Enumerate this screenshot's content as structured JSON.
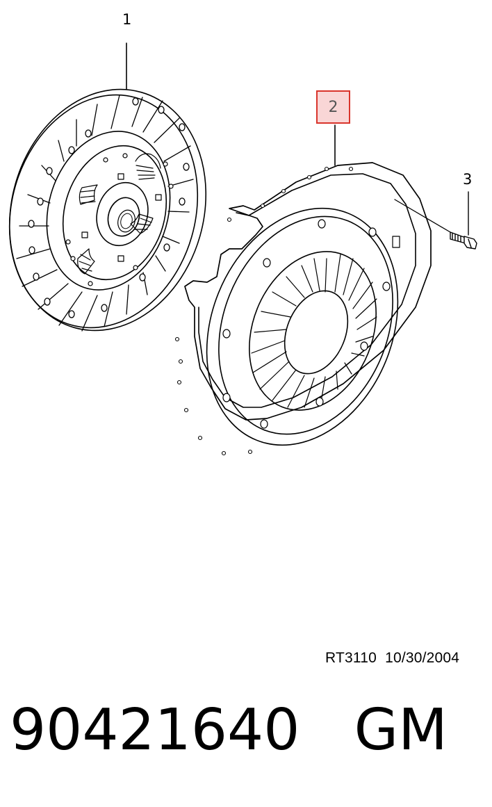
{
  "callouts": {
    "one": "1",
    "two": "2",
    "three": "3"
  },
  "highlight_color": "#d9342b",
  "highlight_fill": "#f9d6d6",
  "reference": {
    "code": "RT3110",
    "date": "10/30/2004"
  },
  "part": {
    "number": "90421640",
    "brand": "GM"
  },
  "icons": [
    "clutch-disc-icon",
    "pressure-plate-icon",
    "bolt-icon"
  ]
}
